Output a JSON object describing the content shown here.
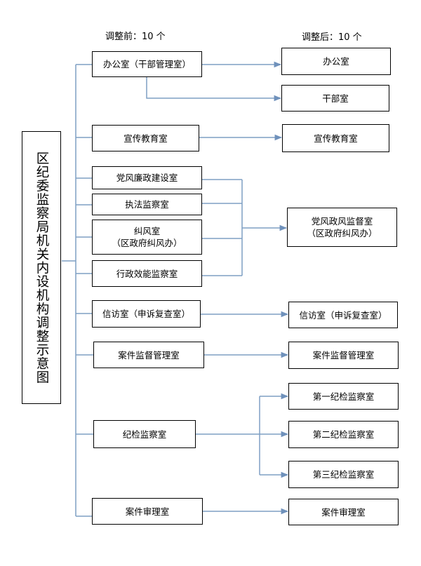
{
  "header_before": "调整前：10 个",
  "header_after": "调整后：10 个",
  "title": "区纪委监察局机关内设机构调整示意图",
  "before": [
    "办公室（干部管理室）",
    "宣传教育室",
    "党风廉政建设室",
    "执法监察室",
    "纠风室",
    "（区政府纠风办）",
    "行政效能监察室",
    "信访室（申诉复查室）",
    "案件监督管理室",
    "纪检监察室",
    "案件审理室"
  ],
  "after": [
    "办公室",
    "干部室",
    "宣传教育室",
    "党风政风监督室",
    "（区政府纠风办）",
    "信访室（申诉复查室）",
    "案件监督管理室",
    "第一纪检监察室",
    "第二纪检监察室",
    "第三纪检监察室",
    "案件审理室"
  ],
  "colors": {
    "connector": "#7f9fc4",
    "border": "#000000"
  }
}
